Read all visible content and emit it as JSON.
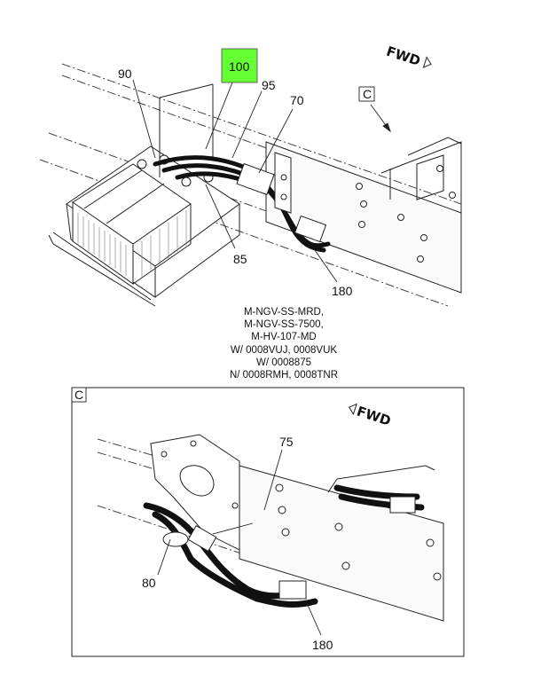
{
  "callouts_top": {
    "c90": "90",
    "c100": "100",
    "c95": "95",
    "c70": "70",
    "c85": "85",
    "c180": "180"
  },
  "view_marker": "C",
  "fwd_top": "FWD",
  "caption_lines": [
    "M-NGV-SS-MRD,",
    "M-NGV-SS-7500,",
    "M-HV-107-MD",
    "W/ 0008VUJ, 0008VUK",
    "W/ 0008875",
    "N/ 0008RMH, 0008TNR"
  ],
  "detail": {
    "label": "C",
    "fwd": "FWD",
    "c75": "75",
    "c80": "80",
    "c180": "180"
  },
  "highlight_color": "#66ff33"
}
